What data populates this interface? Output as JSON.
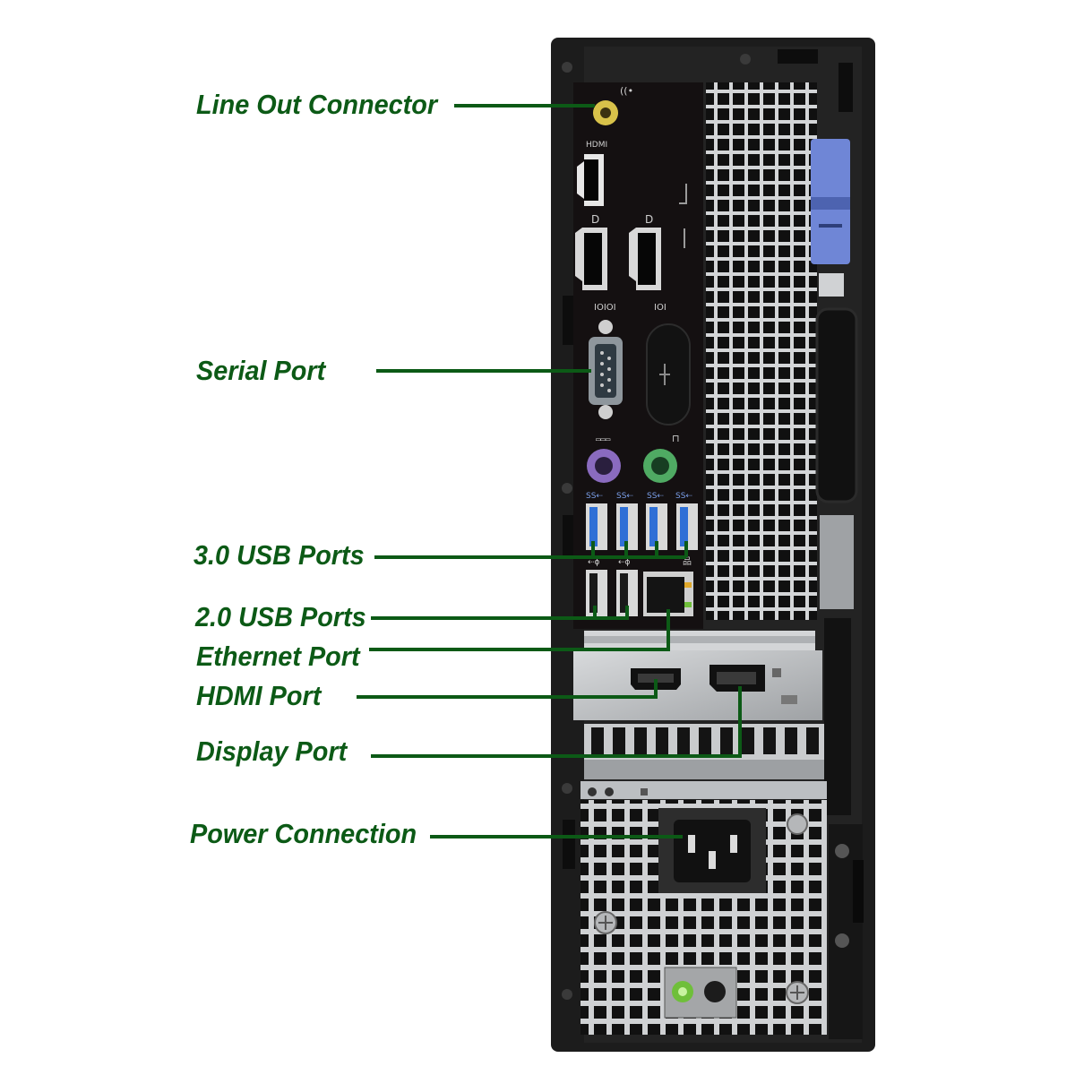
{
  "labels": {
    "line_out": "Line Out Connector",
    "serial": "Serial Port",
    "usb3": "3.0 USB Ports",
    "usb2": "2.0 USB Ports",
    "ethernet": "Ethernet Port",
    "hdmi": "HDMI Port",
    "displayport": "Display Port",
    "power": "Power Connection"
  },
  "colors": {
    "label_text": "#0c5a16",
    "leader_line": "#0c5a16",
    "chassis": "#1c1c1c",
    "io_panel": "#141011",
    "steel": "#b9bbbd",
    "latch_blue": "#6f86d6",
    "audio_jack": "#d8c24a",
    "ps2_keyboard": "#8a6bbf",
    "ps2_mouse": "#4faa63",
    "usb3_blue": "#2f6fd6",
    "led_green": "#6fbf3a"
  },
  "icons": {
    "audio": "headphone-jack-icon",
    "hdmi": "hdmi-icon",
    "displayport": "displayport-icon",
    "serial": "serial-ioio-icon",
    "usb3": "usb-ss-icon",
    "usb2": "usb-icon",
    "ethernet": "network-icon",
    "keyboard": "keyboard-icon",
    "mouse": "mouse-icon"
  }
}
